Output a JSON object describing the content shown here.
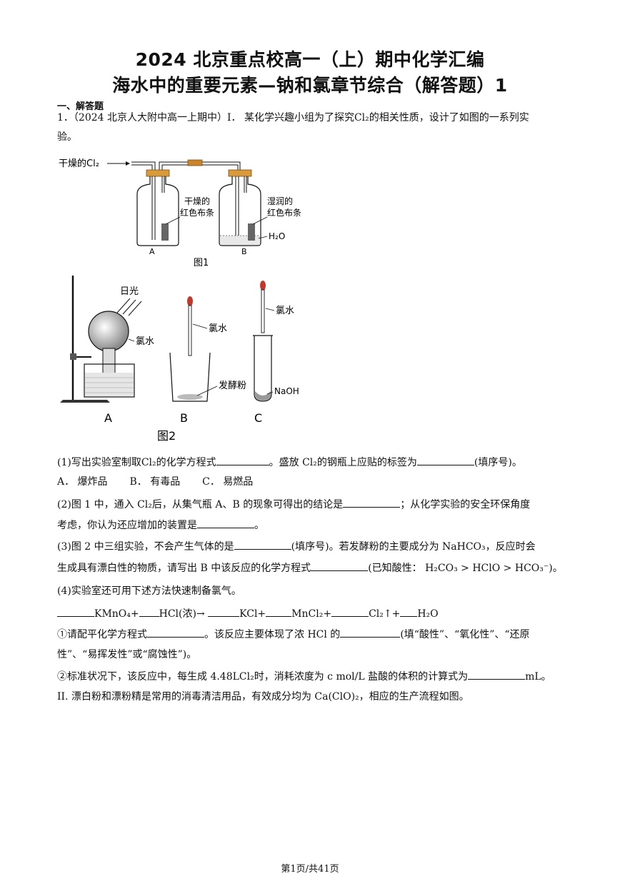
{
  "header": {
    "title_line1": "2024 北京重点校高一（上）期中化学汇编",
    "title_line2": "海水中的重要元素—钠和氯章节综合（解答题）1"
  },
  "section_label": "一、解答题",
  "question": {
    "intro_line1": "1．（2024 北京人大附中高一上期中）I．  某化学兴趣小组为了探究Cl₂的相关性质，设计了如图的一系列实",
    "intro_line2": "验。"
  },
  "figure1": {
    "gas_label": "干燥的Cl₂",
    "bottle_a_label1": "干燥的",
    "bottle_a_label2": "红色布条",
    "bottle_b_label1": "湿润的",
    "bottle_b_label2": "红色布条",
    "water_label": "H₂O",
    "letter_a": "A",
    "letter_b": "B",
    "caption": "图1"
  },
  "figure2": {
    "sunlight": "日光",
    "chlorine_water_a": "氯水",
    "chlorine_water_b": "氯水",
    "chlorine_water_c": "氯水",
    "baking_powder": "发酵粉",
    "naoh": "NaOH",
    "letter_a": "A",
    "letter_b": "B",
    "letter_c": "C",
    "caption": "图2"
  },
  "q1": {
    "text_a": "(1)写出实验室制取Cl₂的化学方程式",
    "text_b": "。盛放  Cl₂的钢瓶上应贴的标签为",
    "text_c": "(填序号)。",
    "option_a": "A．  爆炸品",
    "option_b": "B．  有毒品",
    "option_c": "C．  易燃品"
  },
  "q2": {
    "text_a": "(2)图 1 中，通入 Cl₂后，从集气瓶 A、B 的现象可得出的结论是",
    "text_b": "；从化学实验的安全环保角度",
    "text_c": "考虑，你认为还应增加的装置是",
    "text_d": "。"
  },
  "q3": {
    "text_a": "(3)图 2 中三组实验，不会产生气体的是",
    "text_b": "(填序号)。若发酵粉的主要成分为   NaHCO₃，反应时会",
    "text_c": "生成具有漂白性的物质，请写出 B 中该反应的化学方程式",
    "text_d": "(已知酸性：  H₂CO₃ > HClO > HCO₃⁻)。"
  },
  "q4": {
    "intro": "(4)实验室还可用下述方法快速制备氯气。",
    "eq_kmno4": "KMnO₄+",
    "eq_hcl": "HCl(浓)→",
    "eq_kcl": "KCl+",
    "eq_mncl2": "MnCl₂+",
    "eq_cl2": "Cl₂↑+",
    "eq_h2o": "H₂O",
    "sub1_a": "①请配平化学方程式",
    "sub1_b": "。该反应主要体现了浓  HCl 的",
    "sub1_c": "(填“酸性”、“氧化性”、“还原",
    "sub1_d": "性”、“易挥发性”或“腐蚀性”)。",
    "sub2_a": "②标准状况下，该反应中，每生成   4.48LCl₂时，消耗浓度为  c mol/L 盐酸的体积的计算式为",
    "sub2_b": "mL。"
  },
  "part2": {
    "text": "II.    漂白粉和漂粉精是常用的消毒清洁用品，有效成分均为  Ca(ClO)₂，相应的生产流程如图。"
  },
  "footer": {
    "page": "第1页/共41页"
  }
}
